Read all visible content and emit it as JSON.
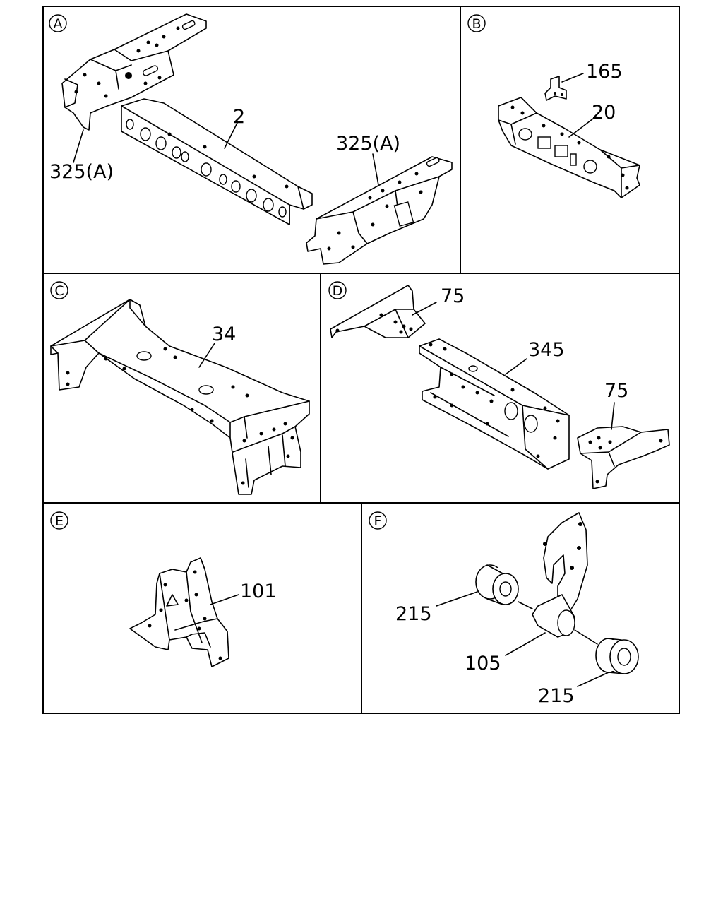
{
  "panels": [
    {
      "id": "A",
      "callouts": [
        "2",
        "325(A)",
        "325(A)"
      ]
    },
    {
      "id": "B",
      "callouts": [
        "165",
        "20"
      ]
    },
    {
      "id": "C",
      "callouts": [
        "34"
      ]
    },
    {
      "id": "D",
      "callouts": [
        "75",
        "345",
        "75"
      ]
    },
    {
      "id": "E",
      "callouts": [
        "101"
      ]
    },
    {
      "id": "F",
      "callouts": [
        "215",
        "105",
        "215"
      ]
    }
  ]
}
